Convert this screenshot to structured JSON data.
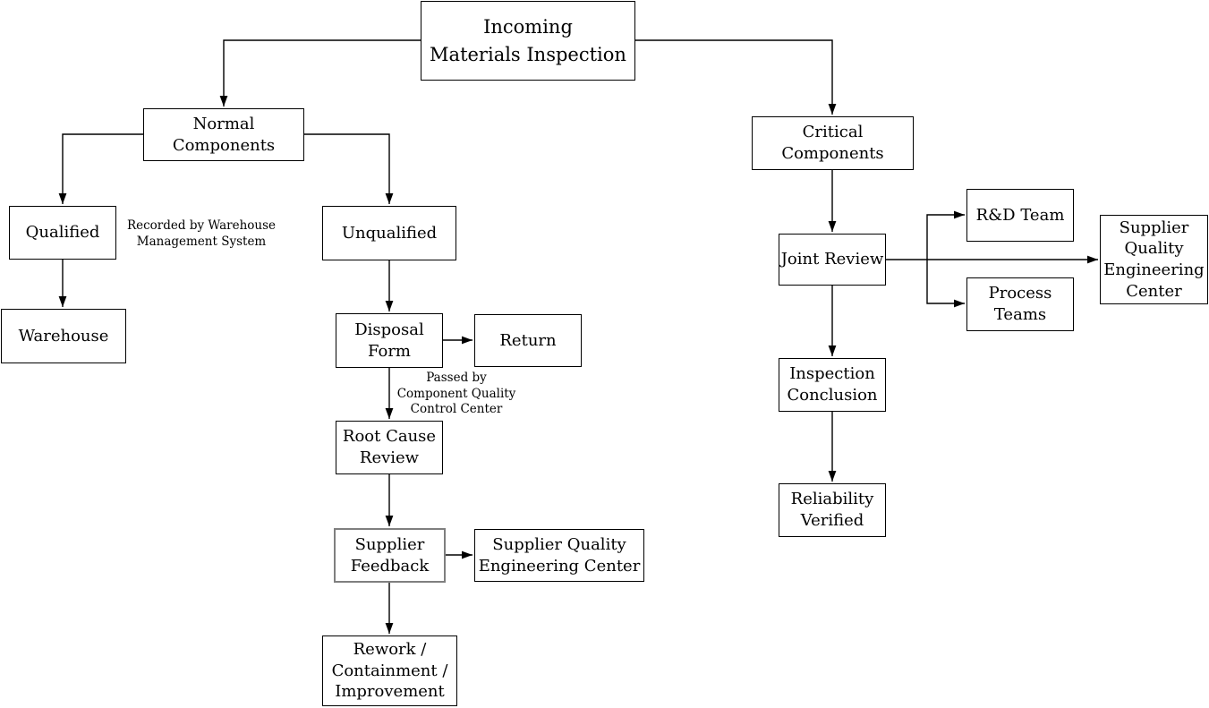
{
  "nodes": {
    "incoming": {
      "label": "Incoming\nMaterials Inspection"
    },
    "normal": {
      "label": "Normal Components"
    },
    "critical": {
      "label": "Critical Components"
    },
    "qualified": {
      "label": "Qualified"
    },
    "unqualified": {
      "label": "Unqualified"
    },
    "warehouse": {
      "label": "Warehouse"
    },
    "disposal_form": {
      "label": "Disposal\nForm"
    },
    "return": {
      "label": "Return"
    },
    "root_cause": {
      "label": "Root Cause\nReview"
    },
    "supplier_feedback": {
      "label": "Supplier\nFeedback"
    },
    "sqec_left": {
      "label": "Supplier Quality\nEngineering Center"
    },
    "rework": {
      "label": "Rework /\nContainment /\nImprovement"
    },
    "joint_review": {
      "label": "Joint Review"
    },
    "rd_team": {
      "label": "R&D Team"
    },
    "process_teams": {
      "label": "Process\nTeams"
    },
    "sqec_right": {
      "label": "Supplier\nQuality\nEngineering\nCenter"
    },
    "inspection_conclusion": {
      "label": "Inspection\nConclusion"
    },
    "reliability_verified": {
      "label": "Reliability\nVerified"
    }
  },
  "annotations": {
    "warehouse_note": "Recorded by Warehouse\nManagement System",
    "quality_note": "Passed by\nComponent Quality\nControl Center"
  },
  "edges": [
    {
      "from": "incoming",
      "to": "normal"
    },
    {
      "from": "incoming",
      "to": "critical"
    },
    {
      "from": "normal",
      "to": "qualified"
    },
    {
      "from": "normal",
      "to": "unqualified"
    },
    {
      "from": "qualified",
      "to": "warehouse"
    },
    {
      "from": "unqualified",
      "to": "disposal_form"
    },
    {
      "from": "disposal_form",
      "to": "return"
    },
    {
      "from": "disposal_form",
      "to": "root_cause"
    },
    {
      "from": "root_cause",
      "to": "supplier_feedback"
    },
    {
      "from": "supplier_feedback",
      "to": "sqec_left"
    },
    {
      "from": "supplier_feedback",
      "to": "rework"
    },
    {
      "from": "critical",
      "to": "joint_review"
    },
    {
      "from": "joint_review",
      "to": "rd_team"
    },
    {
      "from": "joint_review",
      "to": "process_teams"
    },
    {
      "from": "joint_review",
      "to": "sqec_right"
    },
    {
      "from": "joint_review",
      "to": "inspection_conclusion"
    },
    {
      "from": "inspection_conclusion",
      "to": "reliability_verified"
    }
  ],
  "colors": {
    "background": "#ffffff",
    "line": "#000000",
    "box_border": "#000000",
    "feedback_box_border": "#7f7f7f",
    "text": "#000000"
  }
}
